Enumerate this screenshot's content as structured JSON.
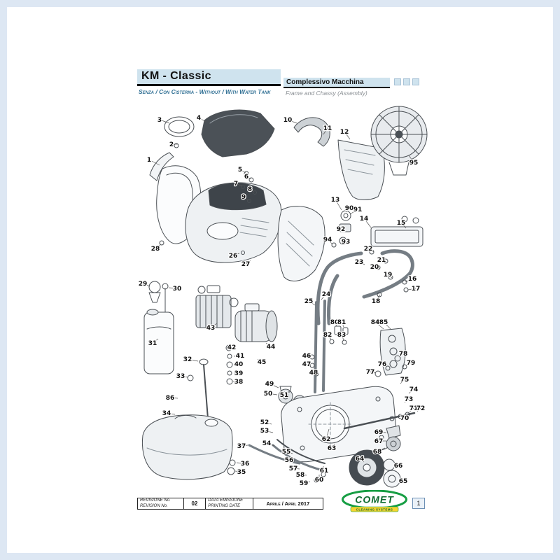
{
  "header": {
    "title": "KM - Classic",
    "subtitle": "Senza / Con Cisterna - Without / With Water Tank",
    "section_title": "Complessivo Macchina",
    "section_subtitle": "Frame and Chassy (Assembly)"
  },
  "footer": {
    "revision_label_line1": "REVISIONE No.",
    "revision_label_line2": "REVISION No.",
    "revision_value": "02",
    "date_label_line1": "DATA EMISSIONE",
    "date_label_line2": "PRINTING DATE",
    "date_value": "Aprile / April 2017",
    "page_number": "1"
  },
  "logo": {
    "text": "COMET",
    "tagline": "CLEANING SYSTEMS"
  },
  "colors": {
    "header_band": "#cfe3ee",
    "subtitle_teal": "#2e6e93",
    "frame_blue": "#dde7f3",
    "logo_green": "#169e43",
    "logo_dark_green": "#0d6b2f",
    "logo_yellow": "#f5d430"
  },
  "diagram": {
    "callouts": [
      [
        1,
        213,
        228,
        228,
        236
      ],
      [
        2,
        245,
        206,
        254,
        206
      ],
      [
        3,
        228,
        171,
        242,
        176
      ],
      [
        4,
        284,
        168,
        294,
        174
      ],
      [
        5,
        343,
        242,
        351,
        247
      ],
      [
        6,
        352,
        252,
        358,
        256
      ],
      [
        7,
        337,
        262,
        346,
        266
      ],
      [
        8,
        357,
        270,
        363,
        274
      ],
      [
        9,
        348,
        281,
        355,
        286
      ],
      [
        10,
        411,
        171,
        424,
        176
      ],
      [
        11,
        468,
        183,
        462,
        192
      ],
      [
        12,
        492,
        188,
        500,
        199
      ],
      [
        13,
        479,
        285,
        488,
        300
      ],
      [
        14,
        520,
        312,
        530,
        325
      ],
      [
        15,
        573,
        318,
        580,
        326
      ],
      [
        16,
        589,
        398,
        579,
        403
      ],
      [
        17,
        594,
        412,
        583,
        414
      ],
      [
        18,
        537,
        430,
        543,
        421
      ],
      [
        19,
        554,
        392,
        560,
        397
      ],
      [
        20,
        535,
        381,
        542,
        384
      ],
      [
        21,
        545,
        371,
        552,
        374
      ],
      [
        22,
        526,
        355,
        534,
        360
      ],
      [
        23,
        513,
        374,
        521,
        378
      ],
      [
        24,
        466,
        420,
        459,
        428
      ],
      [
        25,
        441,
        430,
        450,
        436
      ],
      [
        26,
        333,
        365,
        342,
        362
      ],
      [
        27,
        351,
        377,
        358,
        372
      ],
      [
        28,
        222,
        355,
        230,
        349
      ],
      [
        29,
        204,
        405,
        214,
        409
      ],
      [
        30,
        253,
        412,
        241,
        411
      ],
      [
        31,
        218,
        490,
        226,
        484
      ],
      [
        32,
        268,
        513,
        283,
        516
      ],
      [
        33,
        258,
        537,
        268,
        539
      ],
      [
        34,
        238,
        590,
        250,
        592
      ],
      [
        35,
        345,
        674,
        336,
        673
      ],
      [
        36,
        350,
        662,
        338,
        661
      ],
      [
        37,
        345,
        637,
        354,
        636
      ],
      [
        38,
        341,
        545,
        333,
        545
      ],
      [
        39,
        341,
        533,
        334,
        533
      ],
      [
        40,
        341,
        520,
        334,
        521
      ],
      [
        41,
        343,
        508,
        334,
        509
      ],
      [
        42,
        331,
        496,
        330,
        499
      ],
      [
        43,
        301,
        468,
        310,
        462
      ],
      [
        44,
        387,
        495,
        380,
        490
      ],
      [
        45,
        374,
        517,
        368,
        513
      ],
      [
        46,
        438,
        508,
        444,
        510
      ],
      [
        47,
        438,
        520,
        444,
        522
      ],
      [
        48,
        448,
        532,
        450,
        534
      ],
      [
        49,
        385,
        548,
        398,
        554
      ],
      [
        50,
        383,
        562,
        396,
        564
      ],
      [
        51,
        406,
        564,
        412,
        568
      ],
      [
        52,
        378,
        603,
        388,
        606
      ],
      [
        53,
        378,
        615,
        390,
        618
      ],
      [
        54,
        381,
        633,
        392,
        637
      ],
      [
        55,
        409,
        645,
        418,
        648
      ],
      [
        56,
        413,
        657,
        422,
        659
      ],
      [
        57,
        419,
        669,
        428,
        670
      ],
      [
        58,
        429,
        678,
        438,
        679
      ],
      [
        59,
        434,
        690,
        443,
        688
      ],
      [
        60,
        456,
        685,
        456,
        678
      ],
      [
        61,
        463,
        672,
        462,
        666
      ],
      [
        62,
        466,
        627,
        470,
        613
      ],
      [
        63,
        474,
        640,
        478,
        634
      ],
      [
        64,
        514,
        655,
        520,
        660
      ],
      [
        65,
        576,
        687,
        570,
        685
      ],
      [
        66,
        569,
        665,
        562,
        664
      ],
      [
        67,
        541,
        630,
        552,
        630
      ],
      [
        68,
        539,
        645,
        550,
        640
      ],
      [
        69,
        541,
        617,
        552,
        618
      ],
      [
        70,
        578,
        597,
        572,
        600
      ],
      [
        71,
        591,
        583,
        585,
        589
      ],
      [
        72,
        601,
        583,
        596,
        588
      ],
      [
        73,
        584,
        570,
        578,
        575
      ],
      [
        74,
        591,
        556,
        584,
        562
      ],
      [
        75,
        578,
        542,
        572,
        548
      ],
      [
        76,
        546,
        520,
        552,
        524
      ],
      [
        77,
        529,
        531,
        537,
        533
      ],
      [
        78,
        576,
        505,
        570,
        510
      ],
      [
        79,
        587,
        518,
        580,
        522
      ],
      [
        80,
        478,
        460,
        481,
        466
      ],
      [
        81,
        488,
        460,
        491,
        467
      ],
      [
        82,
        468,
        478,
        473,
        485
      ],
      [
        83,
        488,
        478,
        491,
        486
      ],
      [
        84,
        536,
        460,
        548,
        470
      ],
      [
        85,
        548,
        460,
        558,
        470
      ],
      [
        86,
        243,
        568,
        254,
        569
      ],
      [
        90,
        499,
        297,
        494,
        303
      ],
      [
        91,
        511,
        299,
        500,
        306
      ],
      [
        92,
        487,
        327,
        486,
        325
      ],
      [
        93,
        494,
        345,
        491,
        347
      ],
      [
        94,
        468,
        342,
        474,
        348
      ],
      [
        95,
        591,
        232,
        584,
        222
      ]
    ]
  }
}
